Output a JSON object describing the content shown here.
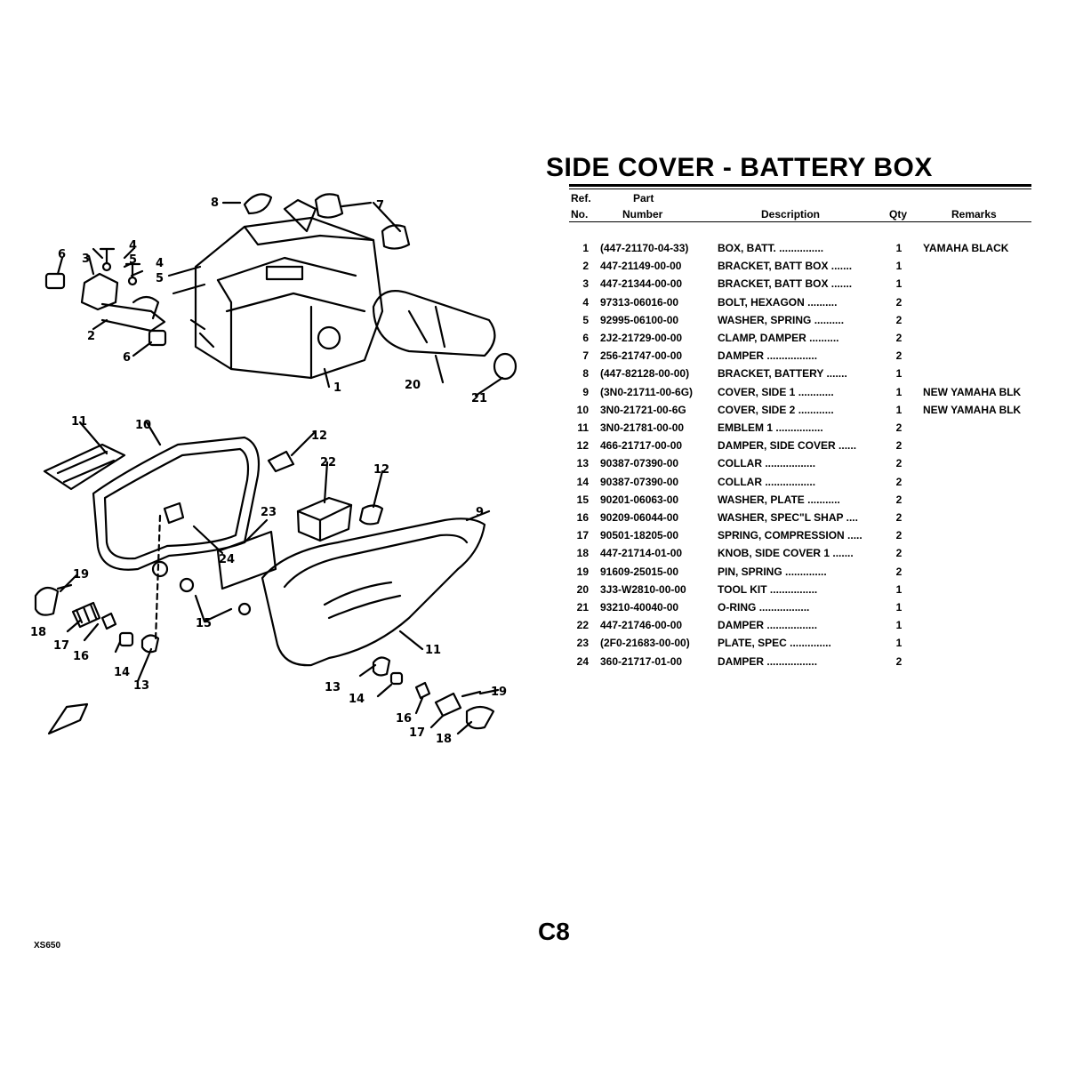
{
  "title": "SIDE COVER - BATTERY BOX",
  "columns": {
    "ref": [
      "Ref.",
      "No."
    ],
    "part": [
      "Part",
      "Number"
    ],
    "desc": "Description",
    "qty": "Qty",
    "remarks": "Remarks"
  },
  "parts": [
    {
      "ref": "1",
      "part": "(447-21170-04-33)",
      "desc": "BOX, BATT.",
      "dots": "...............",
      "qty": "1",
      "remarks": "YAMAHA BLACK"
    },
    {
      "ref": "2",
      "part": "447-21149-00-00",
      "desc": "BRACKET, BATT BOX",
      "dots": ".......",
      "qty": "1",
      "remarks": ""
    },
    {
      "ref": "3",
      "part": "447-21344-00-00",
      "desc": "BRACKET, BATT BOX",
      "dots": ".......",
      "qty": "1",
      "remarks": ""
    },
    {
      "ref": "4",
      "part": "97313-06016-00",
      "desc": "BOLT, HEXAGON",
      "dots": "..........",
      "qty": "2",
      "remarks": ""
    },
    {
      "ref": "5",
      "part": "92995-06100-00",
      "desc": "WASHER, SPRING",
      "dots": "..........",
      "qty": "2",
      "remarks": ""
    },
    {
      "ref": "6",
      "part": "2J2-21729-00-00",
      "desc": "CLAMP, DAMPER",
      "dots": "..........",
      "qty": "2",
      "remarks": ""
    },
    {
      "ref": "7",
      "part": "256-21747-00-00",
      "desc": "DAMPER",
      "dots": ".................",
      "qty": "2",
      "remarks": ""
    },
    {
      "ref": "8",
      "part": "(447-82128-00-00)",
      "desc": "BRACKET, BATTERY",
      "dots": ".......",
      "qty": "1",
      "remarks": ""
    },
    {
      "ref": "9",
      "part": "(3N0-21711-00-6G)",
      "desc": "COVER, SIDE 1",
      "dots": "............",
      "qty": "1",
      "remarks": "NEW YAMAHA BLK"
    },
    {
      "ref": "10",
      "part": "3N0-21721-00-6G",
      "desc": "COVER, SIDE 2",
      "dots": "............",
      "qty": "1",
      "remarks": "NEW YAMAHA BLK"
    },
    {
      "ref": "11",
      "part": "3N0-21781-00-00",
      "desc": "EMBLEM 1",
      "dots": "................",
      "qty": "2",
      "remarks": ""
    },
    {
      "ref": "12",
      "part": "466-21717-00-00",
      "desc": "DAMPER, SIDE COVER",
      "dots": "......",
      "qty": "2",
      "remarks": ""
    },
    {
      "ref": "13",
      "part": "90387-07390-00",
      "desc": "COLLAR",
      "dots": ".................",
      "qty": "2",
      "remarks": ""
    },
    {
      "ref": "14",
      "part": "90387-07390-00",
      "desc": "COLLAR",
      "dots": ".................",
      "qty": "2",
      "remarks": ""
    },
    {
      "ref": "15",
      "part": "90201-06063-00",
      "desc": "WASHER, PLATE",
      "dots": "...........",
      "qty": "2",
      "remarks": ""
    },
    {
      "ref": "16",
      "part": "90209-06044-00",
      "desc": "WASHER, SPEC\"L SHAP",
      "dots": "....",
      "qty": "2",
      "remarks": ""
    },
    {
      "ref": "17",
      "part": "90501-18205-00",
      "desc": "SPRING, COMPRESSION",
      "dots": ".....",
      "qty": "2",
      "remarks": ""
    },
    {
      "ref": "18",
      "part": "447-21714-01-00",
      "desc": "KNOB, SIDE COVER 1",
      "dots": ".......",
      "qty": "2",
      "remarks": ""
    },
    {
      "ref": "19",
      "part": "91609-25015-00",
      "desc": "PIN, SPRING",
      "dots": "..............",
      "qty": "2",
      "remarks": ""
    },
    {
      "ref": "20",
      "part": "3J3-W2810-00-00",
      "desc": "TOOL KIT",
      "dots": "................",
      "qty": "1",
      "remarks": ""
    },
    {
      "ref": "21",
      "part": "93210-40040-00",
      "desc": "O-RING",
      "dots": ".................",
      "qty": "1",
      "remarks": ""
    },
    {
      "ref": "22",
      "part": "447-21746-00-00",
      "desc": "DAMPER",
      "dots": ".................",
      "qty": "1",
      "remarks": ""
    },
    {
      "ref": "23",
      "part": "(2F0-21683-00-00)",
      "desc": "PLATE, SPEC",
      "dots": "..............",
      "qty": "1",
      "remarks": ""
    },
    {
      "ref": "24",
      "part": "360-21717-01-00",
      "desc": "DAMPER",
      "dots": ".................",
      "qty": "2",
      "remarks": ""
    }
  ],
  "page_number": "C8",
  "model": "XS650",
  "callouts": [
    "1",
    "2",
    "3",
    "4",
    "5",
    "6",
    "7",
    "8",
    "9",
    "10",
    "11",
    "12",
    "13",
    "14",
    "15",
    "16",
    "17",
    "18",
    "19",
    "20",
    "21",
    "22",
    "23",
    "24"
  ]
}
